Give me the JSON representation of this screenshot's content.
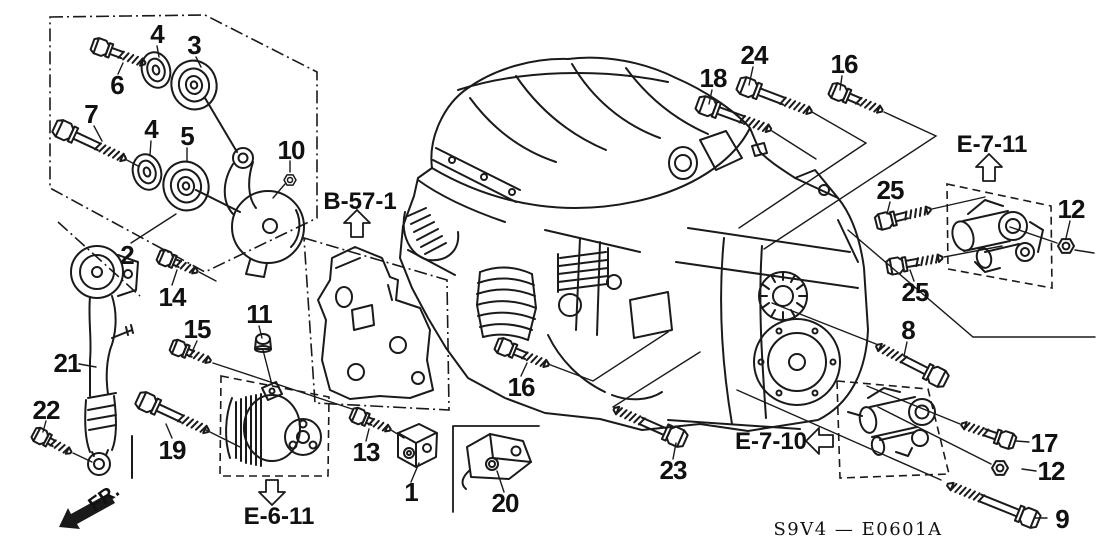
{
  "colors": {
    "line": "#1a1a1a",
    "background": "#ffffff"
  },
  "diagram_code": "S9V4 — E0601A",
  "fr_label": "FR.",
  "ref_codes": {
    "b571": "B-57-1",
    "e711": "E-7-11",
    "e710": "E-7-10",
    "e611": "E-6-11"
  },
  "icons": {
    "b571_arrow": "arrow-up",
    "e711_arrow": "arrow-up",
    "e611_arrow": "arrow-down",
    "e710_arrow": "arrow-left",
    "fr_arrow": "arrow-down-left"
  },
  "callouts": {
    "c1": "1",
    "c2": "2",
    "c3": "3",
    "c4a": "4",
    "c4b": "4",
    "c5": "5",
    "c6": "6",
    "c7": "7",
    "c8": "8",
    "c9": "9",
    "c10": "10",
    "c11": "11",
    "c12a": "12",
    "c12b": "12",
    "c13": "13",
    "c14": "14",
    "c15": "15",
    "c16a": "16",
    "c16b": "16",
    "c17": "17",
    "c18": "18",
    "c19": "19",
    "c20": "20",
    "c21": "21",
    "c22": "22",
    "c23": "23",
    "c24": "24",
    "c25a": "25",
    "c25b": "25"
  }
}
